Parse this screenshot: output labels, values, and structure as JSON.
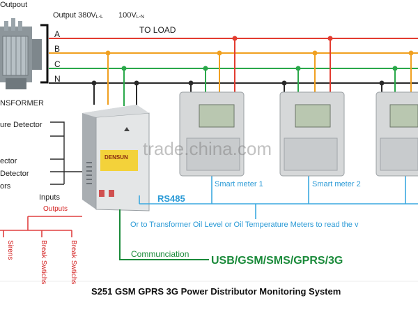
{
  "top": {
    "outpout": "Outpout",
    "output_voltage": "Output 380V",
    "output_voltage_sub": "L-L",
    "output_voltage2": "100V",
    "output_voltage2_sub": "L-N",
    "to_load": "TO LOAD"
  },
  "phases": [
    "A",
    "B",
    "C",
    "N"
  ],
  "transformer": {
    "label": "NSFORMER"
  },
  "detectors": [
    "ure Detector",
    "ector",
    "Detector",
    "ors"
  ],
  "watermark": "trade.china.com",
  "distributor": {
    "badge": "DENSUN"
  },
  "meters": {
    "meter1": "Smart meter 1",
    "meter2": "Smart meter 2"
  },
  "io": {
    "inputs": "Inputs",
    "outputs": "Outputs"
  },
  "bus": {
    "rs485": "RS485",
    "note": "Or to Transformer Oil Level or Oil Temperature Meters to read the v"
  },
  "comm": {
    "label": "Communciation",
    "channels": "USB/GSM/SMS/GPRS/3G"
  },
  "outputs_vertical": [
    "Sirens",
    "Break Swtichs",
    "Break Swtichs"
  ],
  "title": "S251  GSM GPRS 3G Power Distributor Monitoring System",
  "colors": {
    "phase_a": "#e23c30",
    "phase_b": "#f0a020",
    "phase_c": "#2aa84a",
    "neutral": "#2a2a2a",
    "rs485": "#3aa8e0",
    "comm": "#1a8a3a",
    "output": "#e04040"
  }
}
